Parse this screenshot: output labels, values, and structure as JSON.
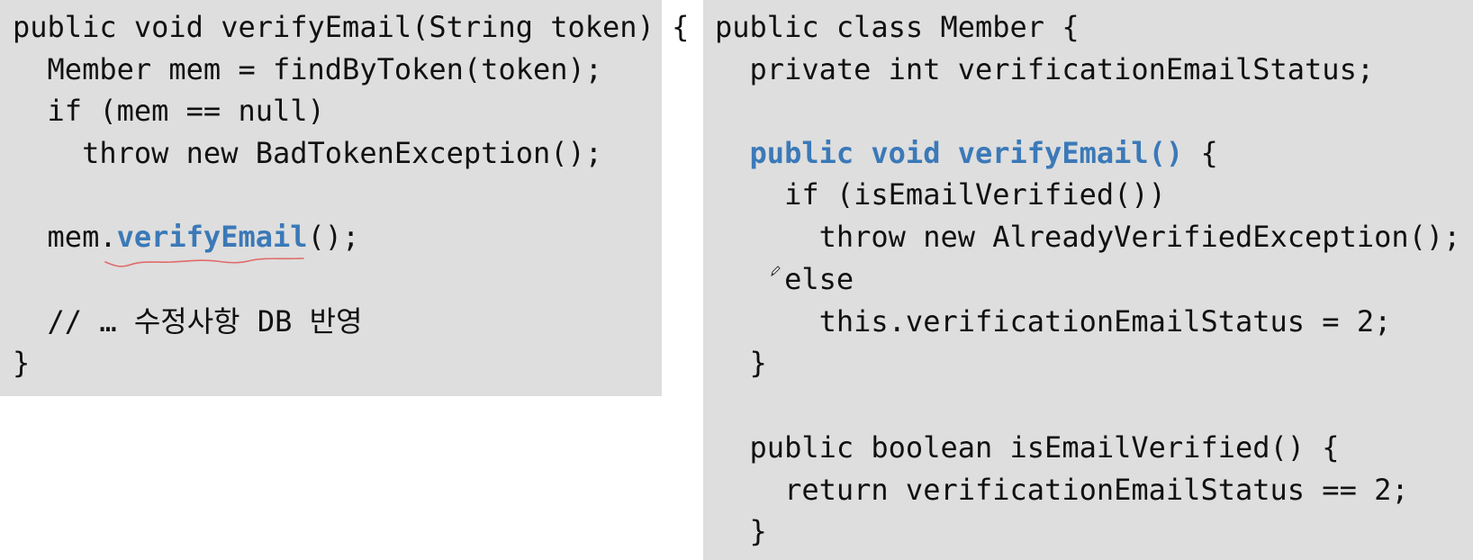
{
  "colors": {
    "panel_background": "#dedede",
    "text": "#111111",
    "highlight": "#3b79b8",
    "annotation": "#e06a6a"
  },
  "left_code": {
    "line1": "public void verifyEmail(String token) {",
    "line2": "  Member mem = findByToken(token);",
    "line3": "  if (mem == null)",
    "line4": "    throw new BadTokenException();",
    "line6_prefix": "  mem.",
    "line6_method": "verifyEmail",
    "line6_suffix": "();",
    "line8": "  // … 수정사항 DB 반영",
    "line9": "}"
  },
  "right_code": {
    "line1": "public class Member {",
    "line2": "  private int verificationEmailStatus;",
    "line4_signature": "  public void verifyEmail()",
    "line4_brace": " {",
    "line5": "    if (isEmailVerified())",
    "line6": "      throw new AlreadyVerifiedException();",
    "line7": "    else",
    "line8": "      this.verificationEmailStatus = 2;",
    "line9": "  }",
    "line11": "  public boolean isEmailVerified() {",
    "line12": "    return verificationEmailStatus == 2;",
    "line13": "  }"
  },
  "annotations": {
    "underline": "hand-drawn-underline",
    "cursor": "pencil-cursor-icon"
  }
}
